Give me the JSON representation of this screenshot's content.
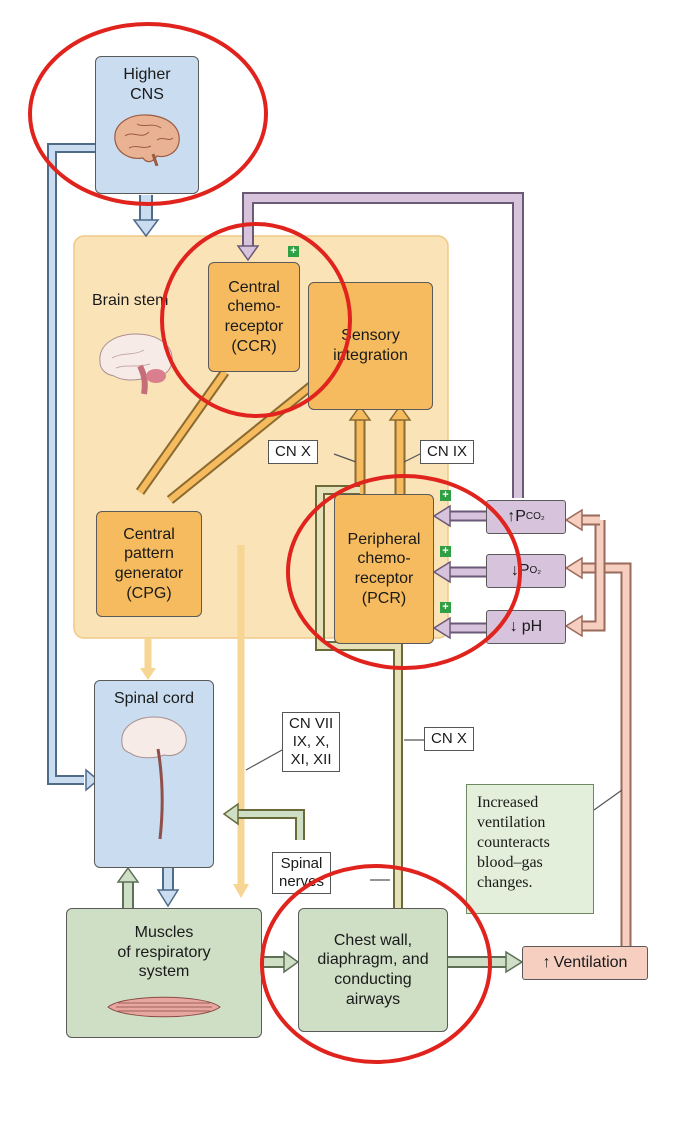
{
  "boxes": {
    "higher_cns": "Higher\nCNS",
    "brain_stem": "Brain stem",
    "ccr": [
      "Central",
      "chemo-",
      "receptor",
      "(CCR)"
    ],
    "sensory": [
      "Sensory",
      "integration"
    ],
    "cpg": [
      "Central",
      "pattern",
      "generator",
      "(CPG)"
    ],
    "pcr": [
      "Peripheral",
      "chemo-",
      "receptor",
      "(PCR)"
    ],
    "spinal_cord": "Spinal cord",
    "muscles": [
      "Muscles",
      "of respiratory",
      "system"
    ],
    "chest": [
      "Chest wall,",
      "diaphragm, and",
      "conducting",
      "airways"
    ],
    "ventilation": "Ventilation"
  },
  "gases": {
    "pco2": {
      "arrow": "↑",
      "symbol": "P",
      "sub": "CO₂"
    },
    "po2": {
      "arrow": "↓",
      "symbol": "P",
      "sub": "O₂"
    },
    "ph": {
      "arrow": "↓",
      "symbol": "pH"
    }
  },
  "nerve_labels": {
    "cn_x_top": "CN X",
    "cn_ix": "CN IX",
    "cn_vii": "CN VII\nIX, X,\nXI, XII",
    "cn_x_mid": "CN X",
    "spinal_nerves": "Spinal\nnerves"
  },
  "note": "Increased\nventilation\ncounteracts\nblood–gas\nchanges.",
  "plus_symbol": "+",
  "colors": {
    "blue": "#c9dcf0",
    "orange": "#f5bb5e",
    "brainstem_bg": "#fbe3b8",
    "green": "#cfdfc6",
    "pink": "#f6cfc1",
    "purple": "#d7c3dc",
    "highlight_circle": "#e0231c"
  }
}
